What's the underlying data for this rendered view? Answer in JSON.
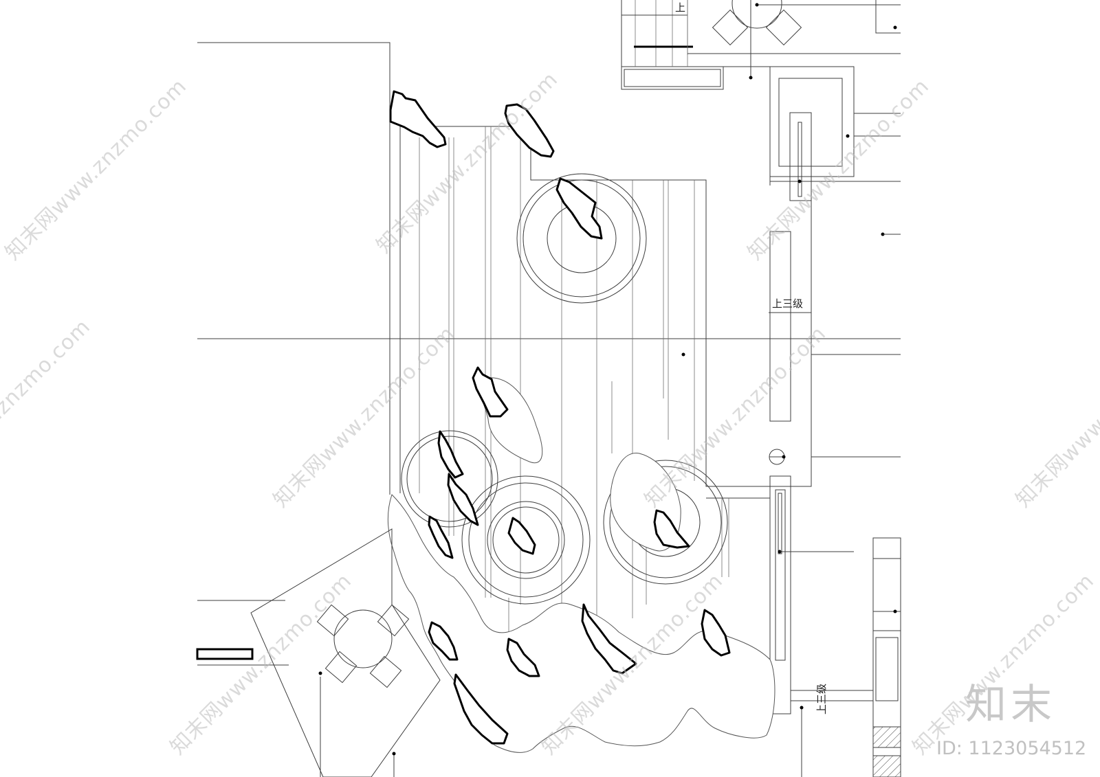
{
  "drawing": {
    "step_label_top": "上",
    "step_label_mid": "上三级",
    "step_label_bottom": "上三级"
  },
  "watermark": {
    "site_text": "知末网www.znzmo.com",
    "brand": "知末",
    "id_text": "ID: 1123054512"
  },
  "colors": {
    "line": "#3c3c3c",
    "rock_outline": "#000000",
    "watermark": "#c0c0c0",
    "background": "#ffffff"
  }
}
